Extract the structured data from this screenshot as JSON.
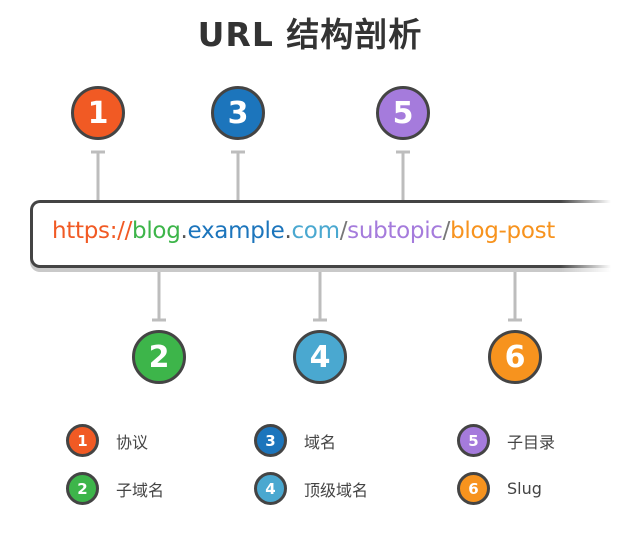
{
  "title": "URL 结构剖析",
  "colors": {
    "protocol": "#f15a24",
    "subdomain": "#3db54a",
    "domain": "#1c75bc",
    "tld": "#4aa8d0",
    "subdir": "#a57bdc",
    "slug": "#f7931e",
    "separator": "#555555"
  },
  "url_parts": [
    {
      "text": "https://",
      "color": "#f15a24"
    },
    {
      "text": "blog",
      "color": "#3db54a"
    },
    {
      "text": ".",
      "color": "#555555"
    },
    {
      "text": "example",
      "color": "#1c75bc"
    },
    {
      "text": ".",
      "color": "#555555"
    },
    {
      "text": "com",
      "color": "#4aa8d0"
    },
    {
      "text": "/",
      "color": "#777777"
    },
    {
      "text": "subtopic",
      "color": "#a57bdc"
    },
    {
      "text": "/",
      "color": "#777777"
    },
    {
      "text": "blog-post",
      "color": "#f7931e"
    }
  ],
  "badges": [
    {
      "num": "1",
      "color": "#f15a24"
    },
    {
      "num": "2",
      "color": "#3db54a"
    },
    {
      "num": "3",
      "color": "#1c75bc"
    },
    {
      "num": "4",
      "color": "#4aa8d0"
    },
    {
      "num": "5",
      "color": "#a57bdc"
    },
    {
      "num": "6",
      "color": "#f7931e"
    }
  ],
  "legend": [
    {
      "num": "1",
      "label": "协议",
      "color": "#f15a24"
    },
    {
      "num": "3",
      "label": "域名",
      "color": "#1c75bc"
    },
    {
      "num": "5",
      "label": "子目录",
      "color": "#a57bdc"
    },
    {
      "num": "2",
      "label": "子域名",
      "color": "#3db54a"
    },
    {
      "num": "4",
      "label": "顶级域名",
      "color": "#4aa8d0"
    },
    {
      "num": "6",
      "label": "Slug",
      "color": "#f7931e"
    }
  ]
}
